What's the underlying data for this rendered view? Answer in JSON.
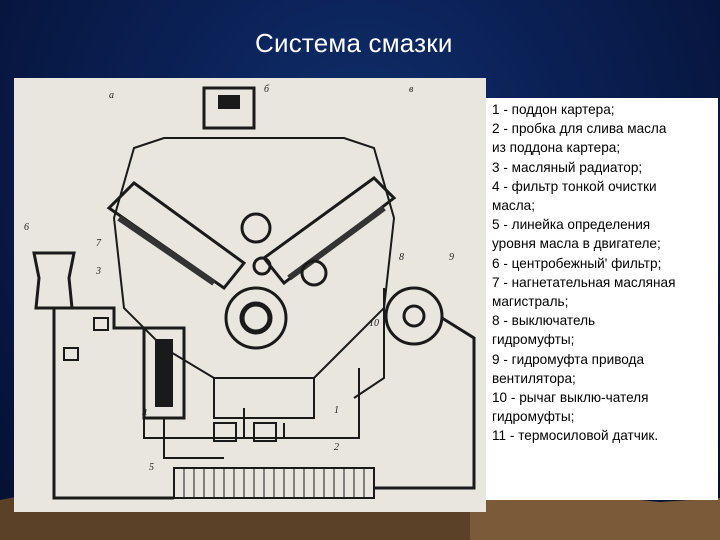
{
  "title": "Система смазки",
  "callouts": [
    "а",
    "б",
    "в",
    "1",
    "2",
    "3",
    "4",
    "5",
    "6",
    "7",
    "8",
    "9",
    "10"
  ],
  "legend": [
    "1 - поддон картера;",
    "2 - пробка для слива масла",
    "из поддона картера;",
    "3 - масляный радиатор;",
    "4 - фильтр тонкой очистки",
    "масла;",
    "5 - линейка определения",
    "уровня масла в двигателе;",
    "6 - центробежный' фильтр;",
    "7 - нагнетательная масляная",
    "магистраль;",
    "8 - выключатель",
    "гидромуфты;",
    "9 - гидромуфта привода",
    "вентилятора;",
    "10 - рычаг выклю-чателя",
    "гидромуфты;",
    "11 - термосиловой датчик."
  ],
  "colors": {
    "background": "#0a1f52",
    "title_text": "#ffffff",
    "diagram_bg": "#e9e6df",
    "mountain": "#6b4f33"
  }
}
